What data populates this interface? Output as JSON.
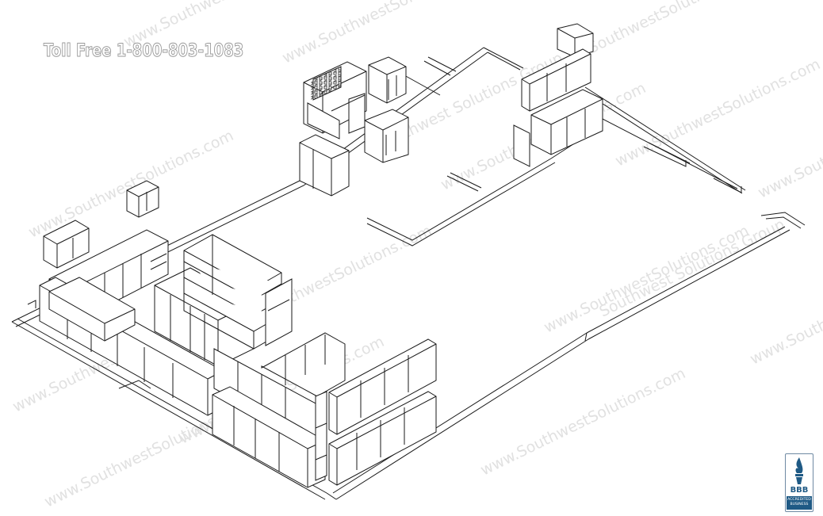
{
  "header": {
    "phone": "Toll Free 1-800-803-1083"
  },
  "watermark": {
    "text": "www.SouthwestSolutions.com",
    "alt_text": "Southwest Solutions Group"
  },
  "badge": {
    "name": "BBB",
    "line1": "ACCREDITED",
    "line2": "BUSINESS"
  },
  "colors": {
    "line": "#1a1a1a",
    "watermark": "#cfcfcf",
    "badge": "#1f5a85"
  }
}
